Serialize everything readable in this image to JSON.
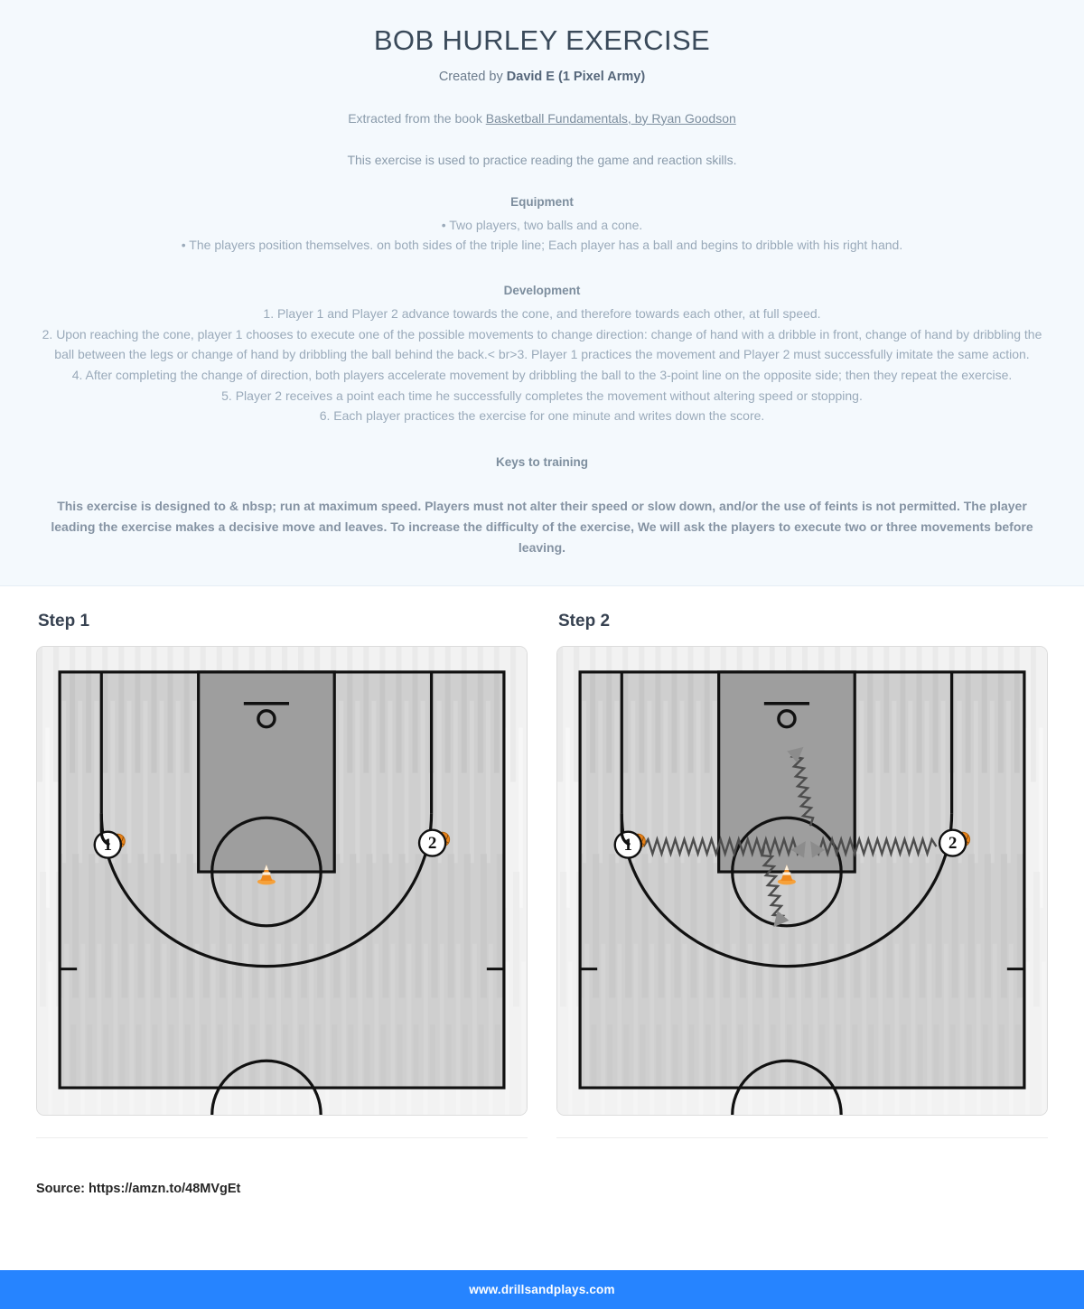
{
  "header": {
    "title": "BOB HURLEY EXERCISE",
    "created_prefix": "Created by ",
    "created_author": "David E (1 Pixel Army)",
    "extracted_prefix": "Extracted from the book ",
    "extracted_book": "Basketball Fundamentals, by Ryan Goodson",
    "intro": "This exercise is used to practice reading the game and reaction skills.",
    "equipment_heading": "Equipment",
    "equipment_lines": [
      "• Two players, two balls and a cone.",
      "• The players position themselves. on both sides of the triple line; Each player has a ball and begins to dribble with his right hand."
    ],
    "development_heading": "Development",
    "development_lines": [
      "1. Player 1 and Player 2 advance towards the cone, and therefore towards each other, at full speed.",
      "2. Upon reaching the cone, player 1 chooses to execute one of the possible movements to change direction: change of hand with a dribble in front, change of hand by dribbling the ball between the legs or change of hand by dribbling the ball behind the back.< br>3. Player 1 practices the movement and Player 2 must successfully imitate the same action.",
      "4. After completing the change of direction, both players accelerate movement by dribbling the ball to the 3-point line on the opposite side; then they repeat the exercise.",
      "5. Player 2 receives a point each time he successfully completes the movement without altering speed or stopping.",
      "6. Each player practices the exercise for one minute and writes down the score."
    ],
    "keys_heading": "Keys to training",
    "keys_body": "This exercise is designed to & nbsp; run at maximum speed.  Players must not alter their speed or slow down, and/or the use of feints is not permitted. The player leading the exercise makes a decisive move and leaves. To increase the difficulty of the exercise,  We will ask the players to execute two or three movements before leaving."
  },
  "steps": [
    {
      "label": "Step 1",
      "players": [
        {
          "number": "1",
          "side": "left"
        },
        {
          "number": "2",
          "side": "right"
        }
      ],
      "cone": true,
      "movements": []
    },
    {
      "label": "Step 2",
      "players": [
        {
          "number": "1",
          "side": "left"
        },
        {
          "number": "2",
          "side": "right"
        }
      ],
      "cone": true,
      "movements": [
        {
          "type": "dribble",
          "from": "player-1",
          "to": "cone",
          "direction": "right"
        },
        {
          "type": "dribble",
          "from": "player-2",
          "to": "cone",
          "direction": "left"
        },
        {
          "type": "dribble",
          "from": "cone",
          "to": "upper-left",
          "direction": "upper-left"
        },
        {
          "type": "dribble",
          "from": "cone",
          "to": "lower-right",
          "direction": "lower-right"
        }
      ]
    }
  ],
  "source": {
    "label": "Source: https://amzn.to/48MVgEt"
  },
  "footer": {
    "site": "www.drillsandplays.com"
  },
  "colors": {
    "header_bg": "#f4f9fd",
    "footer_bg": "#2684ff",
    "court_line": "#111111",
    "key_fill": "#9e9e9e",
    "court_fill": "#c9c9c9",
    "cone_orange": "#f08a1e",
    "ball_orange": "#e8821a"
  }
}
